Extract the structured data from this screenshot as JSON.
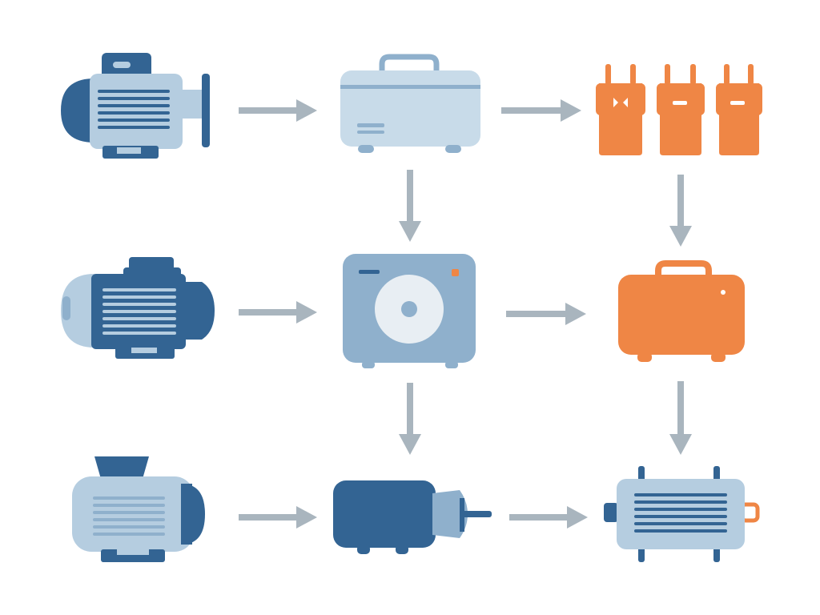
{
  "colors": {
    "dark_blue": "#336493",
    "mid_blue": "#8fb0cc",
    "light_blue": "#b5cde0",
    "pale_blue": "#c8dbe9",
    "orange": "#ef8645",
    "arrow_gray": "#a9b5be",
    "white": "#f4f7fa"
  },
  "nodes": [
    {
      "id": "motor-a",
      "icon": "electric-motor-icon",
      "row": 1,
      "col": 1
    },
    {
      "id": "toolbox",
      "icon": "toolbox-icon",
      "row": 1,
      "col": 2
    },
    {
      "id": "plugs",
      "icon": "plug-set-icon",
      "row": 1,
      "col": 3
    },
    {
      "id": "motor-b",
      "icon": "electric-motor-icon",
      "row": 2,
      "col": 1
    },
    {
      "id": "control-unit",
      "icon": "control-unit-icon",
      "row": 2,
      "col": 2
    },
    {
      "id": "case",
      "icon": "carrying-case-icon",
      "row": 2,
      "col": 3
    },
    {
      "id": "motor-c",
      "icon": "electric-motor-icon",
      "row": 3,
      "col": 1
    },
    {
      "id": "pump",
      "icon": "pump-motor-icon",
      "row": 3,
      "col": 2
    },
    {
      "id": "generator",
      "icon": "generator-icon",
      "row": 3,
      "col": 3
    }
  ],
  "edges": [
    {
      "from": "motor-a",
      "to": "toolbox"
    },
    {
      "from": "toolbox",
      "to": "plugs"
    },
    {
      "from": "toolbox",
      "to": "control-unit"
    },
    {
      "from": "plugs",
      "to": "case"
    },
    {
      "from": "motor-b",
      "to": "control-unit"
    },
    {
      "from": "control-unit",
      "to": "case"
    },
    {
      "from": "control-unit",
      "to": "pump"
    },
    {
      "from": "case",
      "to": "generator"
    },
    {
      "from": "motor-c",
      "to": "pump"
    },
    {
      "from": "pump",
      "to": "generator"
    }
  ]
}
